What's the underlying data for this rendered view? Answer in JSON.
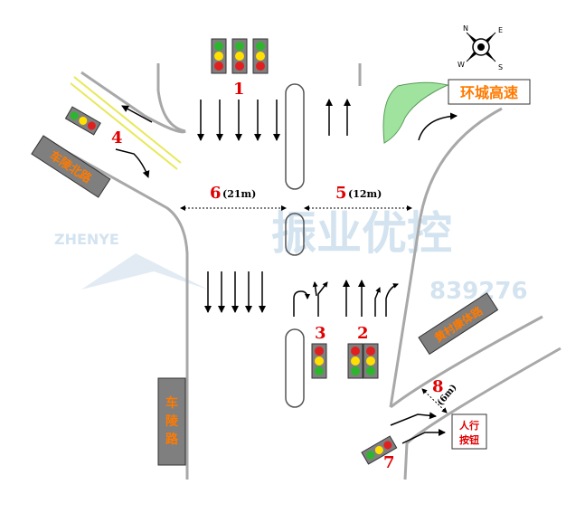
{
  "labels": {
    "ring_expressway": "环城高速",
    "chelingbei_road": "车陵北路",
    "cheling_road": "车陵路",
    "huangcun_sports_road": "黄村康体路",
    "ped_button": "人行按钮"
  },
  "signal_numbers": {
    "n1": "1",
    "n2": "2",
    "n3": "3",
    "n4": "4",
    "n5": "5",
    "n6": "6",
    "n7": "7",
    "n8": "8"
  },
  "dimensions": {
    "d6": "(21m)",
    "d5": "(12m)",
    "d8": "(6m)"
  },
  "compass": {
    "n": "N",
    "e": "E",
    "s": "S",
    "w": "W"
  },
  "watermark": {
    "brand_cn": "振业优控",
    "brand_en": "ZHENYE",
    "phone_partial": "839276"
  },
  "colors": {
    "red_numbers": "#e00000",
    "road_labels": "#ff7a00",
    "green_island": "#9fe39f",
    "road_line": "#a8a8a8",
    "signal_housing": "#7f7f7f",
    "yellow_line": "#e8e85a"
  }
}
